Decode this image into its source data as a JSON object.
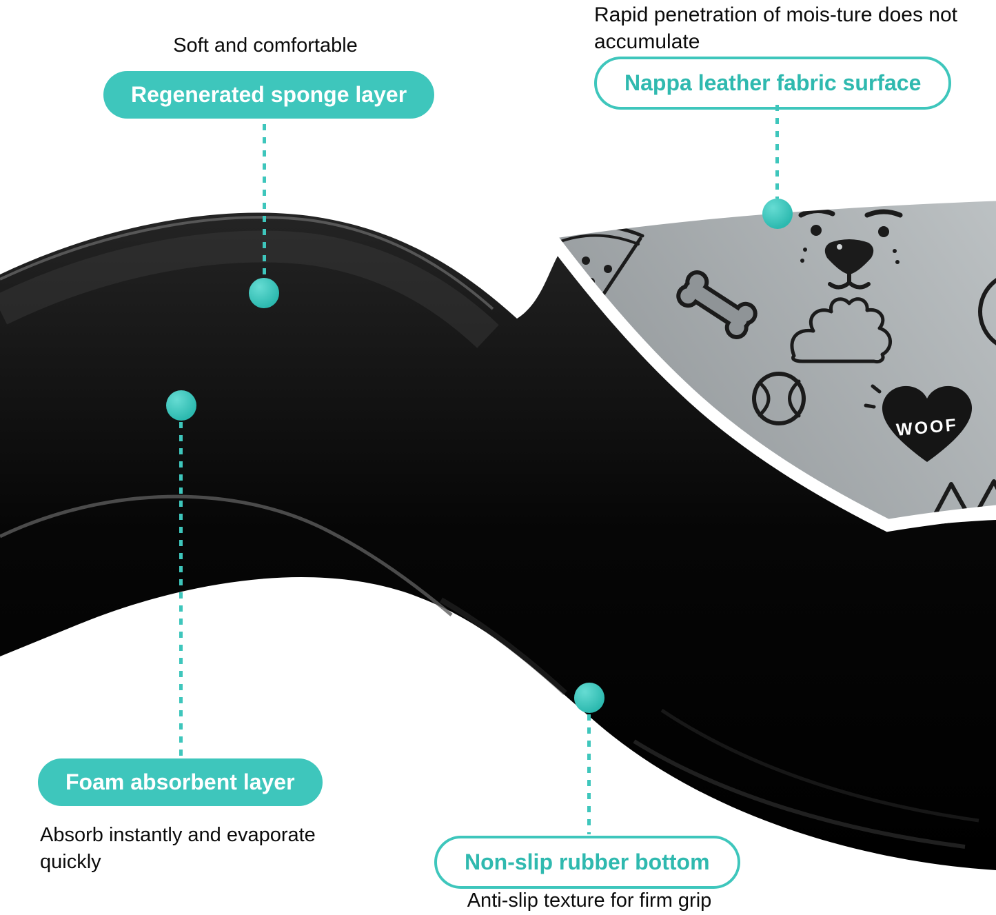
{
  "colors": {
    "accent_teal": "#3EC6BC",
    "teal_text": "#2FB9AF",
    "surface_gray": "#A9AEB1",
    "layer_black": "#0A0A0A",
    "text": "#0B0B0B"
  },
  "callouts": {
    "sponge": {
      "caption": "Soft and comfortable",
      "label": "Regenerated sponge layer"
    },
    "nappa": {
      "caption": "Rapid penetration of mois-ture does not accumulate",
      "label": "Nappa leather fabric surface"
    },
    "foam": {
      "label": "Foam absorbent layer",
      "caption": "Absorb instantly and evaporate quickly"
    },
    "rubber": {
      "label": "Non-slip rubber bottom",
      "caption": "Anti-slip texture for firm grip"
    }
  },
  "mat": {
    "heart_text": "WOOF"
  }
}
